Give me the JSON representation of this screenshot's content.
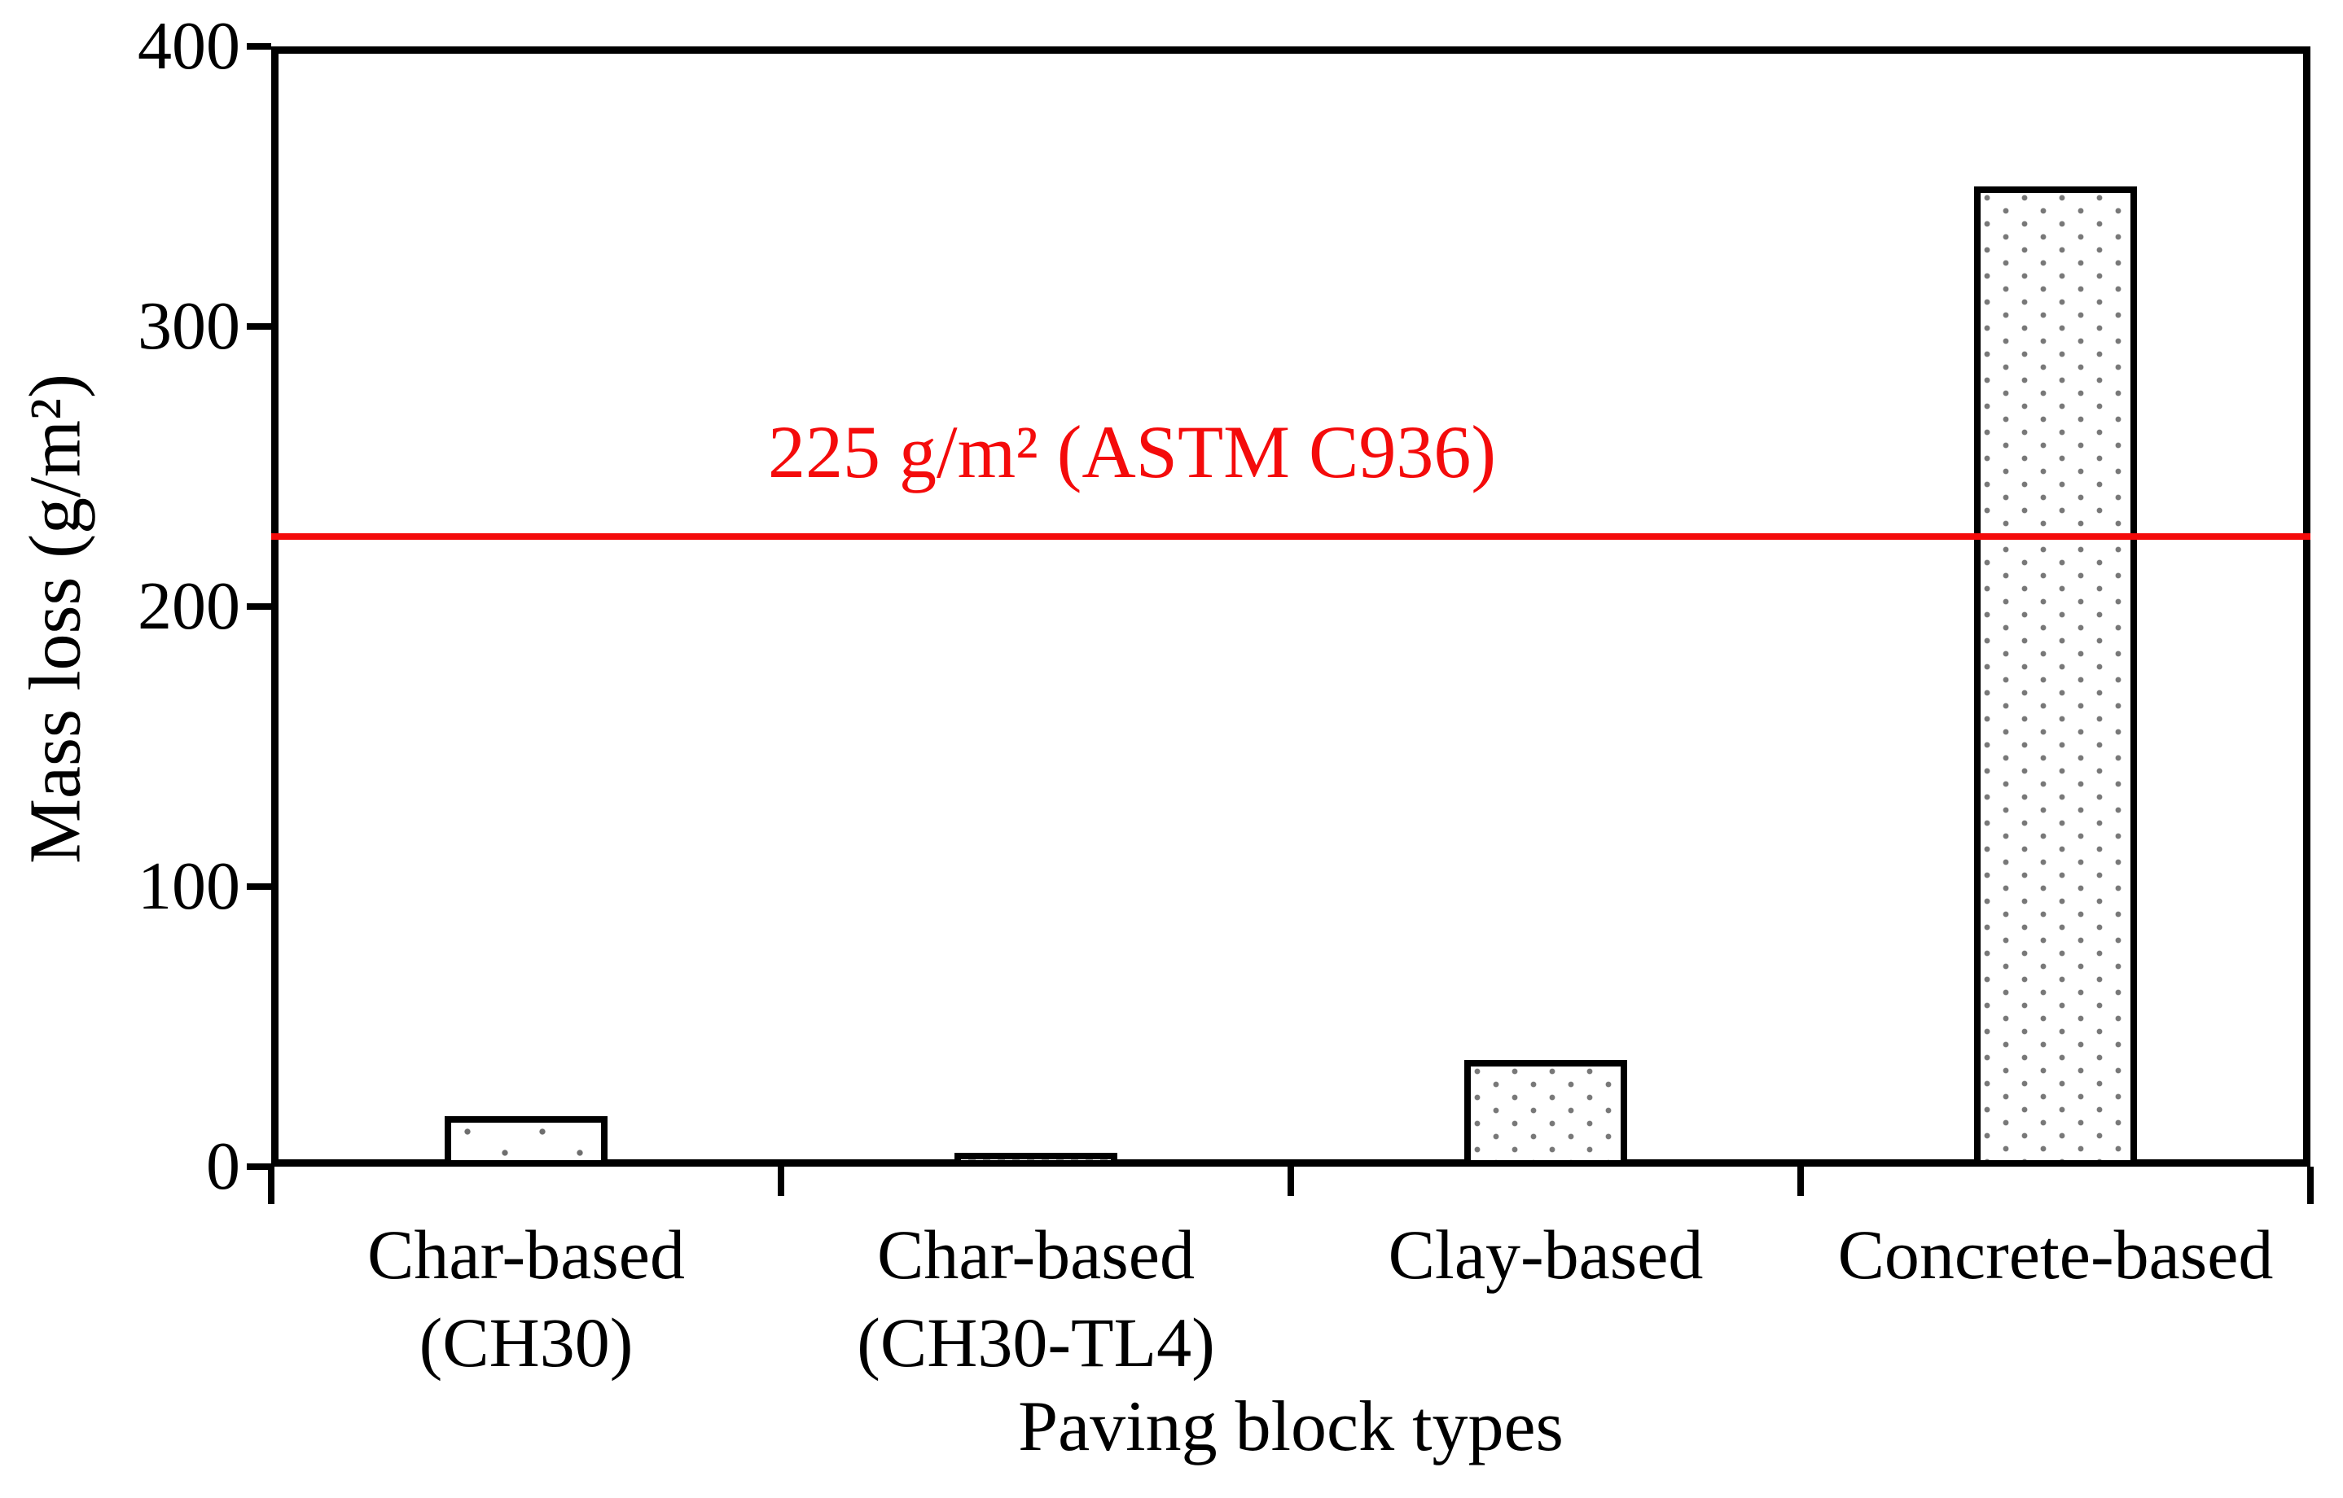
{
  "chart_data": {
    "type": "bar",
    "title": "",
    "xlabel": "Paving block types",
    "ylabel": "Mass loss (g/m²)",
    "ylim": [
      0,
      400
    ],
    "yticks": [
      0,
      100,
      200,
      300,
      400
    ],
    "grid": false,
    "legend": null,
    "categories": [
      "Char-based\n(CH30)",
      "Char-based\n(CH30-TL4)",
      "Clay-based",
      "Concrete-based"
    ],
    "values": [
      18,
      5,
      38,
      350
    ],
    "bar_patterns": [
      "sparse-dots",
      "checker",
      "dots",
      "dots"
    ],
    "annotation": {
      "label": "225 g/m² (ASTM C936)",
      "value": 225,
      "color": "#f40b0b"
    },
    "axis_color": "#000000"
  }
}
